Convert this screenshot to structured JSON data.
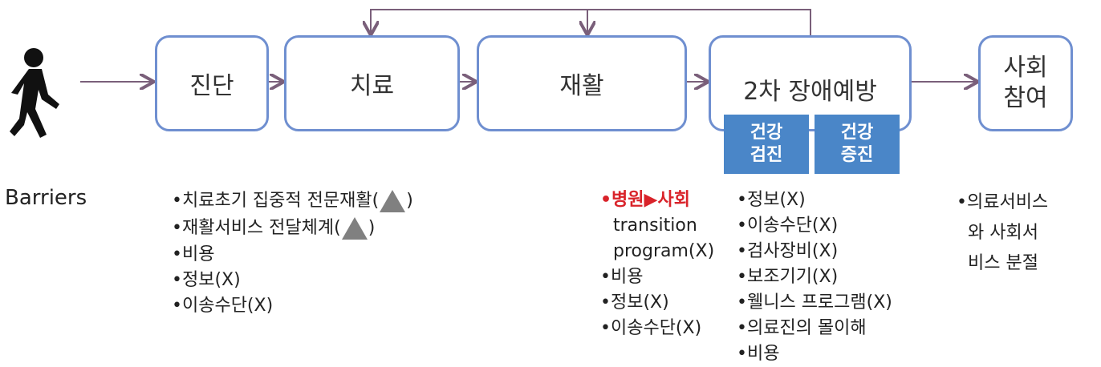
{
  "flow": {
    "steps": {
      "diagnosis": "진단",
      "treatment": "치료",
      "rehab": "재활",
      "prevention": "2차 장애예방",
      "social_l1": "사회",
      "social_l2": "참여"
    },
    "sub": {
      "checkup": "건강\n검진",
      "promotion": "건강\n증진"
    }
  },
  "barriers": {
    "label": "Barriers",
    "col1": [
      "•치료초기 집중적 전문재활(",
      "•재활서비스 전달체계(",
      "•비용",
      "•정보(X)",
      "•이송수단(X)"
    ],
    "col2_red": "•병원▶사회",
    "col2": [
      "transition",
      "program(X)",
      "•비용",
      "•정보(X)",
      "•이송수단(X)"
    ],
    "col3": [
      "•정보(X)",
      "•이송수단(X)",
      "•검사장비(X)",
      "•보조기기(X)",
      "•웰니스 프로그램(X)",
      "•의료진의 몰이해",
      "•비용"
    ],
    "col4": [
      "•의료서비스",
      "와 사회서",
      "비스 분절"
    ],
    "close_paren": ")"
  },
  "colors": {
    "box_border": "#6f8fd0",
    "sub_fill": "#4a86c8",
    "arrow": "#7a5f7a",
    "highlight": "#d9232a"
  },
  "icons": [
    "walking-person-icon",
    "triangle-icon"
  ]
}
